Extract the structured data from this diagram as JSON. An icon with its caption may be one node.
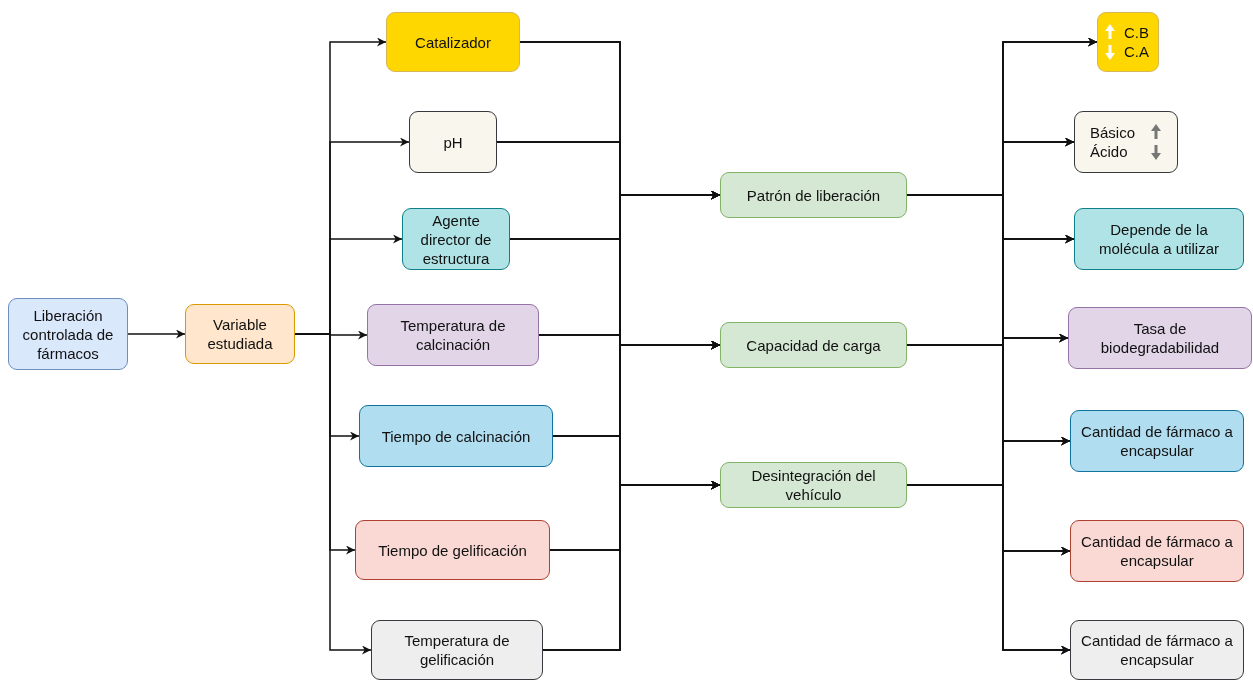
{
  "diagram": {
    "nodes": [
      {
        "text": [
          "Liberación controlada de fármacos"
        ]
      },
      {
        "text": [
          "Variable estudiada"
        ]
      },
      {
        "text": [
          "Catalizador"
        ]
      },
      {
        "text": [
          "pH"
        ]
      },
      {
        "text": [
          "Agente director de estructura"
        ]
      },
      {
        "text": [
          "Temperatura de calcinación"
        ]
      },
      {
        "text": [
          "Tiempo de calcinación"
        ]
      },
      {
        "text": [
          "Tiempo de gelificación"
        ]
      },
      {
        "text": [
          "Temperatura de gelificación"
        ]
      },
      {
        "text": [
          "Patrón de liberación"
        ]
      },
      {
        "text": [
          "Capacidad de carga"
        ]
      },
      {
        "text": [
          "Desintegración del vehículo"
        ]
      },
      {
        "text": [
          "C.B C.A"
        ]
      },
      {
        "text": [
          "Básico Ácido"
        ]
      },
      {
        "text": [
          "Depende de la molécula a utilizar"
        ]
      },
      {
        "text": [
          "Tasa de biodegradabilidad"
        ]
      },
      {
        "text": [
          "Cantidad de fármaco a encapsular"
        ]
      },
      {
        "text": [
          "Cantidad de fármaco a encapsular"
        ]
      },
      {
        "text": [
          "Cantidad de fármaco a encapsular"
        ]
      }
    ],
    "edges": [
      {
        "from": 0,
        "to": 1,
        "arrow": "to"
      },
      {
        "from": 1,
        "to": 2,
        "arrow": "to"
      },
      {
        "from": 1,
        "to": 3,
        "arrow": "to"
      },
      {
        "from": 1,
        "to": 4,
        "arrow": "to"
      },
      {
        "from": 1,
        "to": 5,
        "arrow": "to"
      },
      {
        "from": 1,
        "to": 6,
        "arrow": "to"
      },
      {
        "from": 1,
        "to": 7,
        "arrow": "to"
      },
      {
        "from": 1,
        "to": 8,
        "arrow": "to"
      },
      {
        "from": 2,
        "to": 9,
        "arrow": "to"
      },
      {
        "from": 2,
        "to": 10,
        "arrow": "to"
      },
      {
        "from": 2,
        "to": 11,
        "arrow": "to"
      },
      {
        "from": 3,
        "to": 9,
        "arrow": "to"
      },
      {
        "from": 3,
        "to": 10,
        "arrow": "to"
      },
      {
        "from": 3,
        "to": 11,
        "arrow": "to"
      },
      {
        "from": 4,
        "to": 9,
        "arrow": "to"
      },
      {
        "from": 4,
        "to": 10,
        "arrow": "to"
      },
      {
        "from": 4,
        "to": 11,
        "arrow": "to"
      },
      {
        "from": 5,
        "to": 9,
        "arrow": "to"
      },
      {
        "from": 5,
        "to": 10,
        "arrow": "to"
      },
      {
        "from": 5,
        "to": 11,
        "arrow": "to"
      },
      {
        "from": 6,
        "to": 9,
        "arrow": "to"
      },
      {
        "from": 6,
        "to": 10,
        "arrow": "to"
      },
      {
        "from": 6,
        "to": 11,
        "arrow": "to"
      },
      {
        "from": 7,
        "to": 9,
        "arrow": "to"
      },
      {
        "from": 7,
        "to": 10,
        "arrow": "to"
      },
      {
        "from": 7,
        "to": 11,
        "arrow": "to"
      },
      {
        "from": 8,
        "to": 9,
        "arrow": "to"
      },
      {
        "from": 8,
        "to": 10,
        "arrow": "to"
      },
      {
        "from": 8,
        "to": 11,
        "arrow": "to"
      },
      {
        "from": 9,
        "to": 12,
        "arrow": "to"
      },
      {
        "from": 9,
        "to": 13,
        "arrow": "to"
      },
      {
        "from": 9,
        "to": 14,
        "arrow": "to"
      },
      {
        "from": 9,
        "to": 15,
        "arrow": "to"
      },
      {
        "from": 9,
        "to": 16,
        "arrow": "to"
      },
      {
        "from": 9,
        "to": 17,
        "arrow": "to"
      },
      {
        "from": 9,
        "to": 18,
        "arrow": "to"
      },
      {
        "from": 10,
        "to": 12,
        "arrow": "to"
      },
      {
        "from": 10,
        "to": 13,
        "arrow": "to"
      },
      {
        "from": 10,
        "to": 14,
        "arrow": "to"
      },
      {
        "from": 10,
        "to": 15,
        "arrow": "to"
      },
      {
        "from": 10,
        "to": 16,
        "arrow": "to"
      },
      {
        "from": 10,
        "to": 17,
        "arrow": "to"
      },
      {
        "from": 10,
        "to": 18,
        "arrow": "to"
      },
      {
        "from": 11,
        "to": 12,
        "arrow": "to"
      },
      {
        "from": 11,
        "to": 13,
        "arrow": "to"
      },
      {
        "from": 11,
        "to": 14,
        "arrow": "to"
      },
      {
        "from": 11,
        "to": 15,
        "arrow": "to"
      },
      {
        "from": 11,
        "to": 16,
        "arrow": "to"
      },
      {
        "from": 11,
        "to": 17,
        "arrow": "to"
      },
      {
        "from": 11,
        "to": 18,
        "arrow": "to"
      }
    ]
  }
}
